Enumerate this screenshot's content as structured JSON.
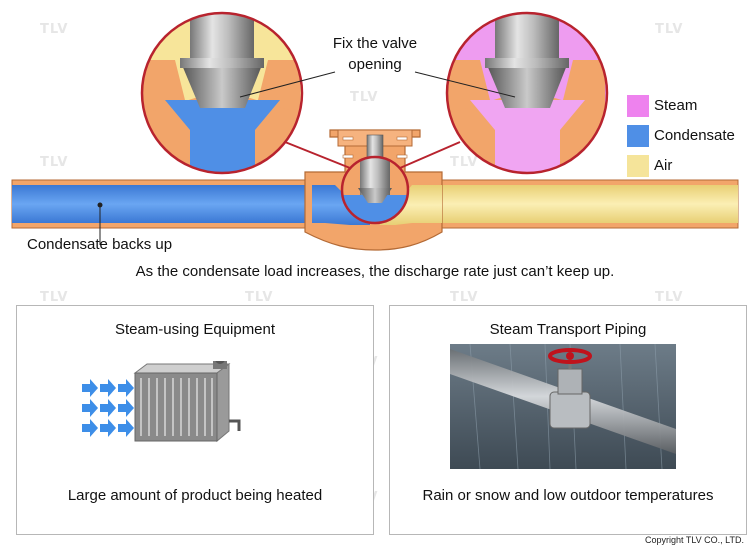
{
  "callout": {
    "line1": "Fix the valve",
    "line2": "opening"
  },
  "legend": [
    {
      "label": "Steam",
      "color": "#ee82ee"
    },
    {
      "label": "Condensate",
      "color": "#4f8fe6"
    },
    {
      "label": "Air",
      "color": "#f5e49a"
    }
  ],
  "pipe_label": "Condensate backs up",
  "caption": "As the condensate load increases, the discharge rate just can’t keep up.",
  "panels": [
    {
      "title": "Steam-using Equipment",
      "caption": "Large amount of product being heated"
    },
    {
      "title": "Steam Transport Piping",
      "caption": "Rain or snow and low outdoor temperatures"
    }
  ],
  "watermark": "TLV",
  "copyright": "Copyright TLV CO., LTD.",
  "colors": {
    "valve_body": "#f2a56a",
    "circle_outline": "#b8232e",
    "arrow": "#3d8ee8"
  }
}
